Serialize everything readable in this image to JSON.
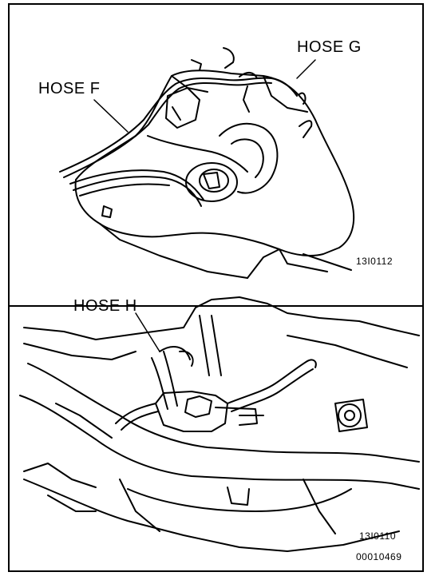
{
  "top_panel": {
    "labels": {
      "hose_f": "HOSE F",
      "hose_g": "HOSE G"
    },
    "figure_code": "13I0112"
  },
  "bottom_panel": {
    "labels": {
      "hose_h": "HOSE H"
    },
    "figure_code": "13I0110",
    "document_code": "00010469"
  },
  "colors": {
    "line": "#000000",
    "background": "#ffffff"
  }
}
